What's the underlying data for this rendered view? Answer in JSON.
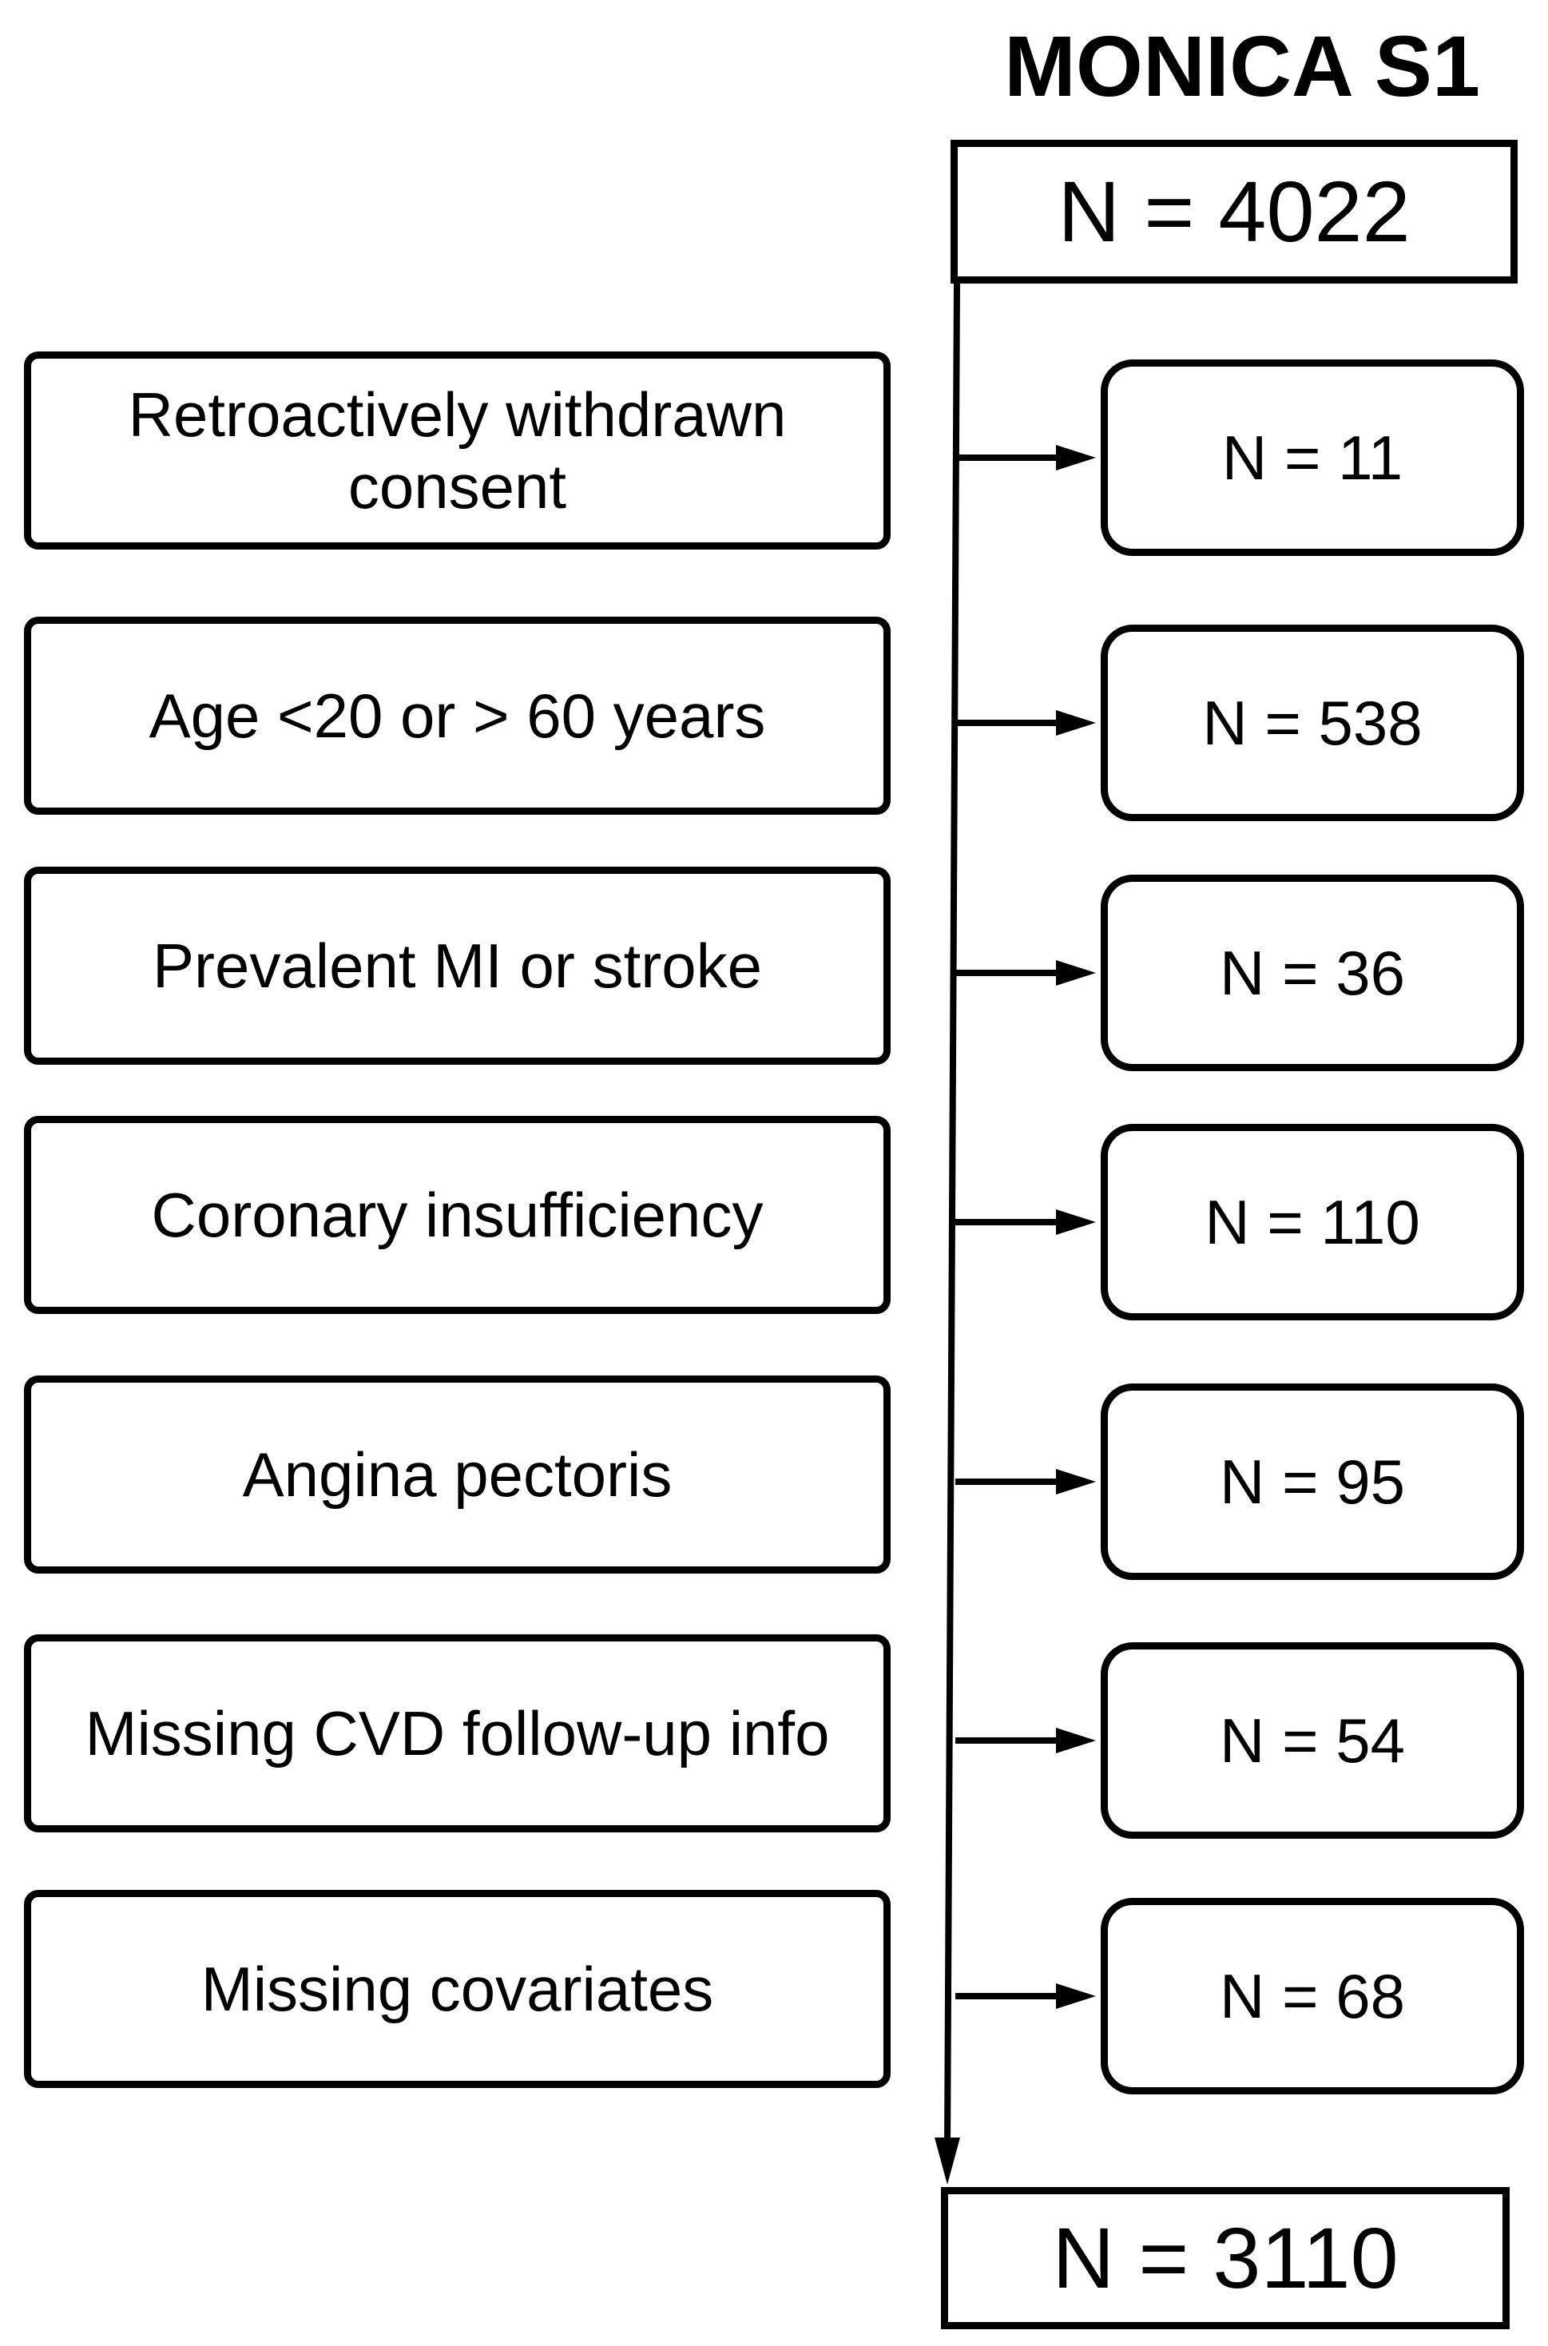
{
  "title": "MONICA S1",
  "initial_count": "N = 4022",
  "final_count": "N = 3110",
  "exclusions": [
    {
      "reason": "Retroactively withdrawn consent",
      "count": "N = 11"
    },
    {
      "reason": "Age <20 or > 60 years",
      "count": "N = 538"
    },
    {
      "reason": "Prevalent MI or stroke",
      "count": "N = 36"
    },
    {
      "reason": "Coronary insufficiency",
      "count": "N = 110"
    },
    {
      "reason": "Angina pectoris",
      "count": "N = 95"
    },
    {
      "reason": "Missing CVD follow-up info",
      "count": "N = 54"
    },
    {
      "reason": "Missing covariates",
      "count": "N = 68"
    }
  ],
  "colors": {
    "line": "#000000",
    "background": "#ffffff"
  }
}
